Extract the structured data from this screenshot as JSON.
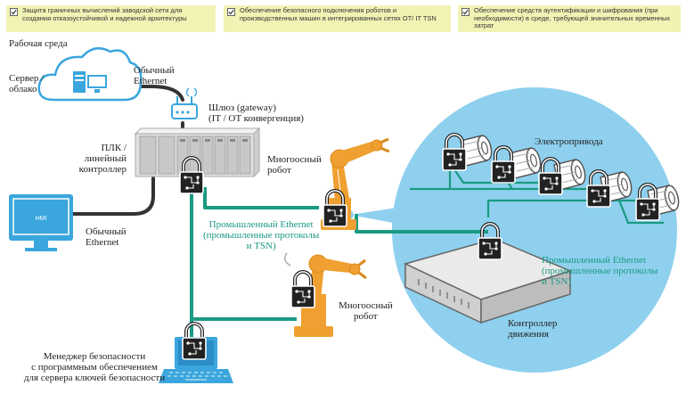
{
  "notes": [
    "Защита граничных вычислений заводской сети для создания отказоустойчивой и надежной архитектуры",
    "Обеспечение безопасного подключения роботов и производственных машин в интегрированных сетях OT/ IT TSN",
    "Обеспечение средств аутентификации и шифрования (при необходимости) в среде, требующей значительных временных затрат"
  ],
  "labels": {
    "work_env": "Рабочая среда",
    "server": "Сервер /\nоблако",
    "eth_top": "Обычный\nEthernet",
    "gateway": "Шлюз (gateway)\n(IT / OT конвергенция)",
    "plc": "ПЛК /\nлинейный\nконтроллер",
    "robot1": "Многоосный\nробот",
    "eth_bottom": "Обычный\nEthernet",
    "hmi": "HMI",
    "ind_eth_left": "Промышленный Ethernet\n(промышленные протоколы\nи TSN)",
    "robot2": "Многоосный\nробот",
    "security_mgr": "Менеджер безопасности\nс программным обеспечением\nдля сервера ключей безопасности",
    "drives": "Электропривода",
    "ind_eth_right": "Промышленный Ethernet\n(промышленные протоколы\nи TSN)",
    "motion_ctrl": "Контроллер\nдвижения"
  },
  "colors": {
    "teal": "#1a9a82",
    "sky": "#8ed0ee",
    "orange": "#f0a030",
    "note_bg": "#f1f3b5",
    "dark": "#333333"
  }
}
